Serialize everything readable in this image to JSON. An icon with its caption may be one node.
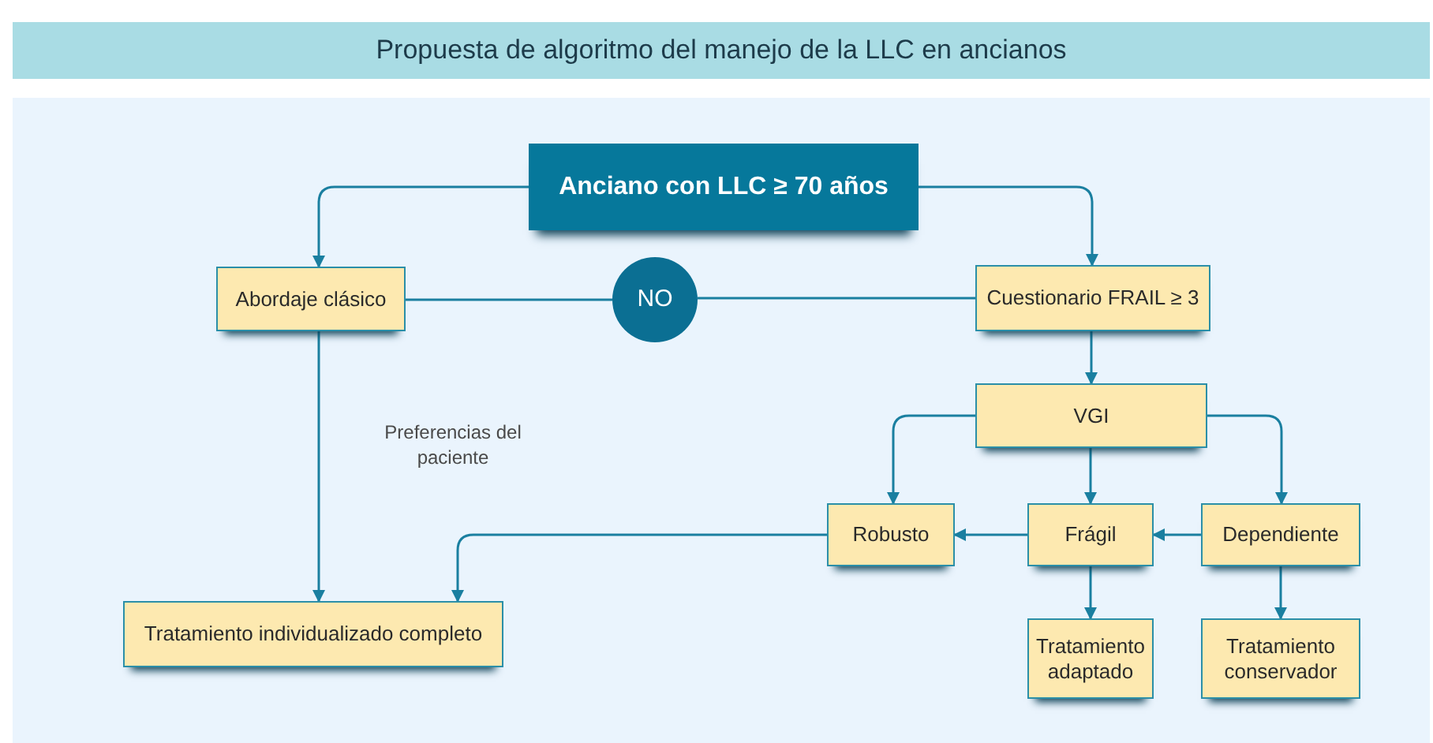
{
  "diagram": {
    "title": "Propuesta de algoritmo del manejo de la LLC en ancianos",
    "nodes": [
      {
        "text": [
          "Anciano con LLC ≥ 70 años"
        ]
      },
      {
        "text": [
          "Abordaje clásico"
        ]
      },
      {
        "text": [
          "NO"
        ]
      },
      {
        "text": [
          "Cuestionario FRAIL ≥ 3"
        ]
      },
      {
        "text": [
          "VGI"
        ]
      },
      {
        "text": [
          "Robusto"
        ]
      },
      {
        "text": [
          "Frágil"
        ]
      },
      {
        "text": [
          "Dependiente"
        ]
      },
      {
        "text": [
          "Tratamiento individualizado completo"
        ]
      },
      {
        "text": [
          "Tratamiento adaptado"
        ]
      },
      {
        "text": [
          "Tratamiento conservador"
        ]
      }
    ],
    "edges": [
      {
        "from": 0,
        "to": 1,
        "arrow": "to"
      },
      {
        "from": 0,
        "to": 3,
        "arrow": "to"
      },
      {
        "from": 1,
        "to": 2,
        "arrow": "none"
      },
      {
        "from": 2,
        "to": 3,
        "arrow": "none"
      },
      {
        "from": 3,
        "to": 4,
        "arrow": "to"
      },
      {
        "from": 4,
        "to": 5,
        "arrow": "to"
      },
      {
        "from": 4,
        "to": 6,
        "arrow": "to"
      },
      {
        "from": 4,
        "to": 7,
        "arrow": "to"
      },
      {
        "from": 7,
        "to": 6,
        "arrow": "to"
      },
      {
        "from": 6,
        "to": 5,
        "arrow": "to"
      },
      {
        "from": 5,
        "to": 8,
        "arrow": "to"
      },
      {
        "from": 1,
        "to": 8,
        "arrow": "to"
      },
      {
        "from": 6,
        "to": 9,
        "arrow": "to"
      },
      {
        "from": 7,
        "to": 10,
        "arrow": "to"
      }
    ],
    "labels": [
      "Preferencias del paciente"
    ]
  }
}
